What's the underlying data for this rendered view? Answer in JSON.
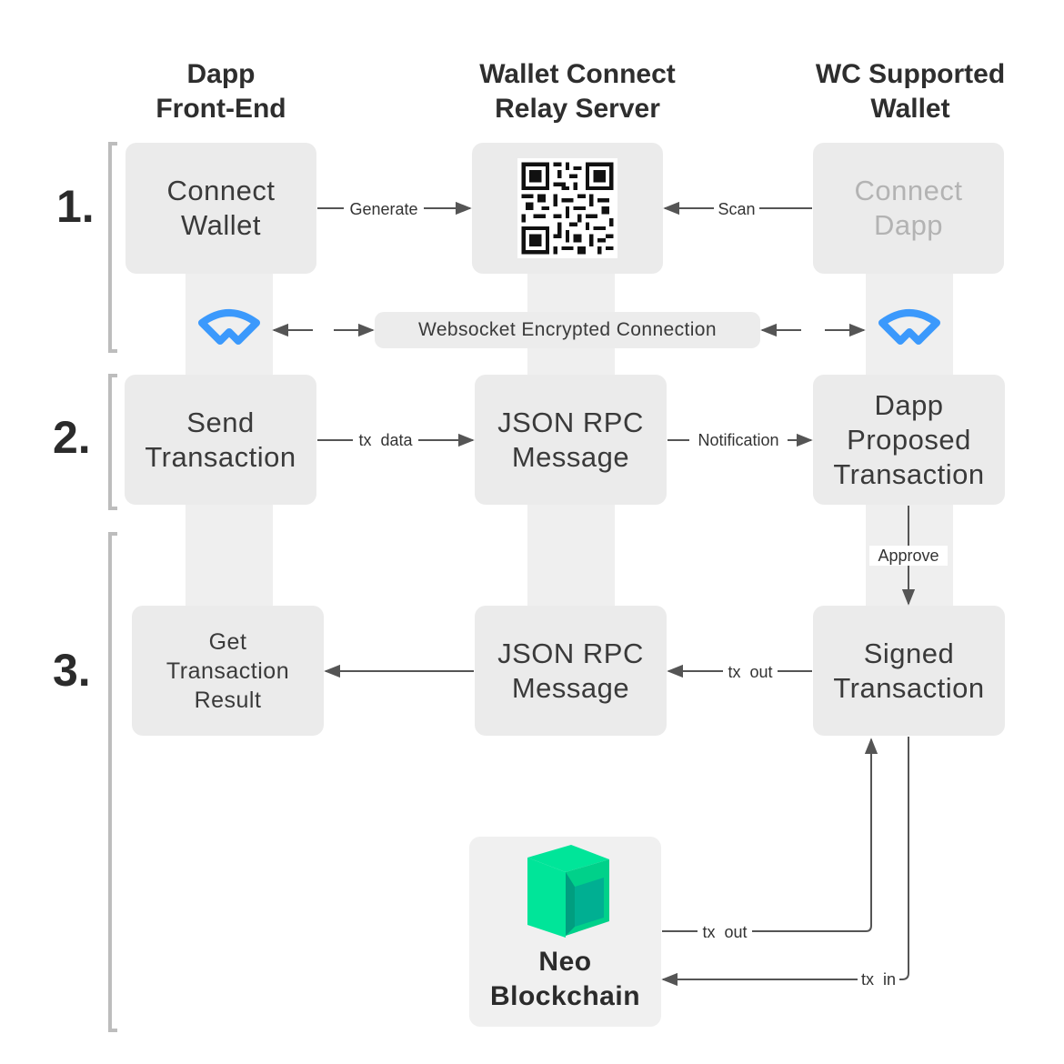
{
  "columns": {
    "dapp": "Dapp\nFront-End",
    "relay": "Wallet Connect\nRelay Server",
    "wallet": "WC Supported\nWallet"
  },
  "steps": [
    "1.",
    "2.",
    "3."
  ],
  "boxes": {
    "connect_wallet": "Connect\nWallet",
    "connect_dapp": "Connect\nDapp",
    "send_transaction": "Send\nTransaction",
    "json_rpc_1": "JSON RPC\nMessage",
    "dapp_proposed": "Dapp\nProposed\nTransaction",
    "get_result": "Get\nTransaction\nResult",
    "json_rpc_2": "JSON RPC\nMessage",
    "signed_transaction": "Signed\nTransaction",
    "neo": "Neo\nBlockchain"
  },
  "connection": "Websocket Encrypted Connection",
  "arrows": {
    "generate": "Generate",
    "scan": "Scan",
    "tx_data": "tx  data",
    "notification": "Notification",
    "approve": "Approve",
    "tx_out_1": "tx  out",
    "tx_out_2": "tx  out",
    "tx_in": "tx  in"
  },
  "icons": {
    "walletconnect": "walletconnect-logo-icon",
    "qr": "qr-code-icon",
    "neo": "neo-logo-icon"
  },
  "colors": {
    "walletconnect_blue": "#3b99fc",
    "neo_green_light": "#00e599",
    "neo_green_dark": "#00af92",
    "box_gray": "#ebebeb",
    "lane_gray": "#efefef",
    "arrow_gray": "#555555"
  }
}
